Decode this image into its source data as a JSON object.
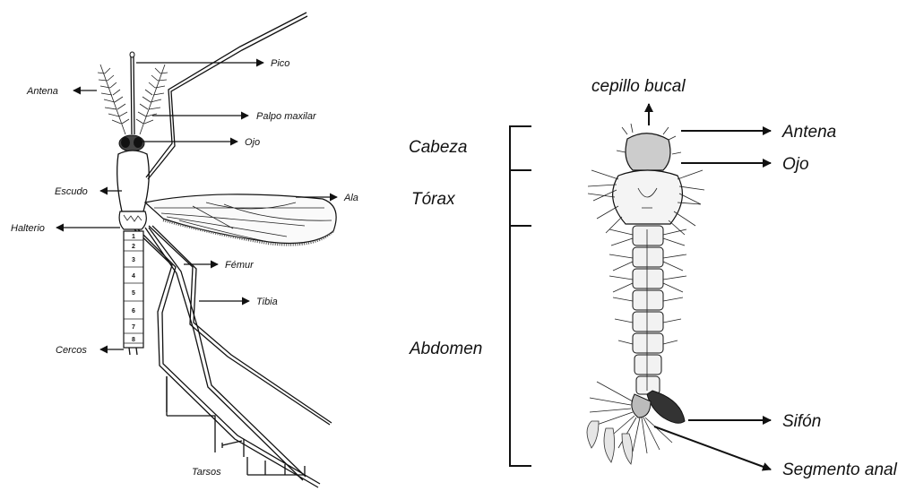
{
  "adult_labels": {
    "pico": "Pico",
    "antena": "Antena",
    "palpo_maxilar": "Palpo maxilar",
    "ojo": "Ojo",
    "escudo": "Escudo",
    "ala": "Ala",
    "halterio": "Halterio",
    "femur": "Fémur",
    "tibia": "Tibia",
    "cercos": "Cercos",
    "tarsos": "Tarsos"
  },
  "abdomen_segments": [
    "1",
    "2",
    "3",
    "4",
    "5",
    "6",
    "7",
    "8"
  ],
  "larva_regions": {
    "cabeza": "Cabeza",
    "torax": "Tórax",
    "abdomen": "Abdomen"
  },
  "larva_labels": {
    "cepillo_bucal": "cepillo bucal",
    "antena": "Antena",
    "ojo": "Ojo",
    "sifon": "Sifón",
    "segmento_anal": "Segmento anal"
  }
}
